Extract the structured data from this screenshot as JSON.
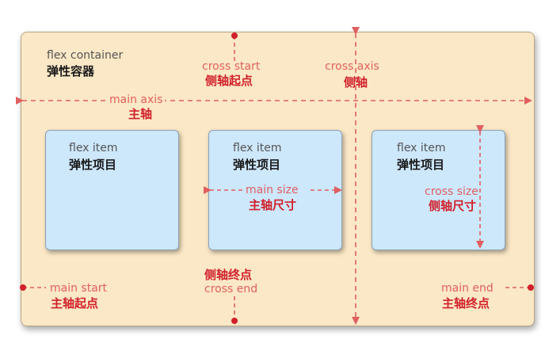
{
  "container": {
    "en": "flex container",
    "zh": "弹性容器"
  },
  "items": [
    {
      "en": "flex item",
      "zh": "弹性项目"
    },
    {
      "en": "flex item",
      "zh": "弹性项目"
    },
    {
      "en": "flex item",
      "zh": "弹性项目"
    }
  ],
  "main_axis": {
    "en": "main axis",
    "zh": "主轴"
  },
  "cross_axis": {
    "en": "cross axis",
    "zh": "侧轴"
  },
  "cross_start": {
    "en": "cross start",
    "zh": "侧轴起点"
  },
  "cross_end": {
    "en": "cross end",
    "zh": "侧轴终点"
  },
  "main_start": {
    "en": "main start",
    "zh": "主轴起点"
  },
  "main_end": {
    "en": "main end",
    "zh": "主轴终点"
  },
  "main_size": {
    "en": "main size",
    "zh": "主轴尺寸"
  },
  "cross_size": {
    "en": "cross size",
    "zh": "侧轴尺寸"
  },
  "colors": {
    "container_bg": "#fbe8c6",
    "item_bg": "#cde7fb",
    "axis_red": "#e0605f"
  }
}
